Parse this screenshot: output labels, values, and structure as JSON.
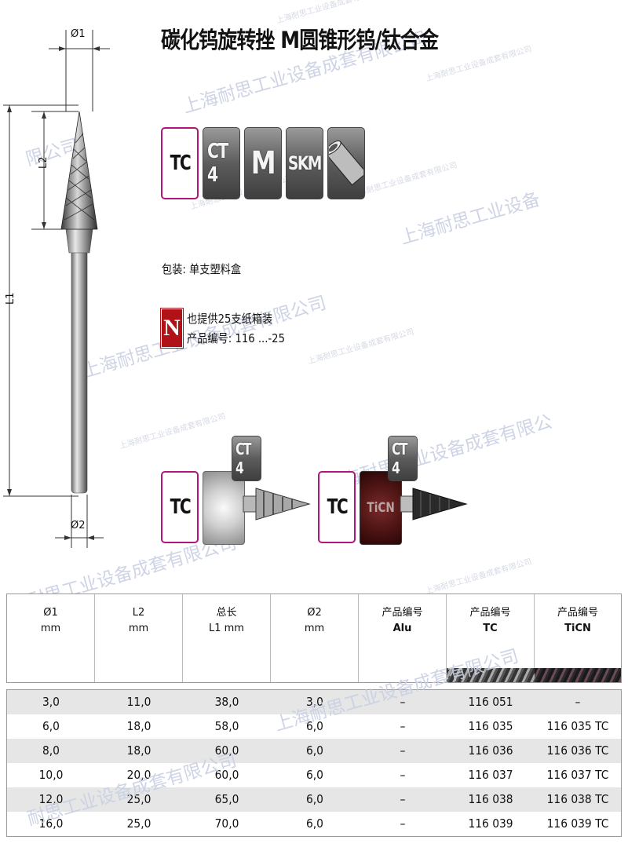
{
  "title": "碳化钨旋转挫 M圆锥形钨/钛合金",
  "badges": {
    "tc": "TC",
    "ct4": "CT 4",
    "m": "M",
    "skm": "SKM"
  },
  "dimension_labels": {
    "d1": "Ø1",
    "l2": "L2",
    "l1": "L1",
    "d2": "Ø2"
  },
  "packaging": {
    "label": "包装: 单支塑料盒"
  },
  "also_pack": {
    "icon": "N",
    "line1": "也提供25支纸箱装",
    "line2": "产品编号: 116 ...-25"
  },
  "coating": {
    "tc": "TC",
    "ct4": "CT 4",
    "ticn": "TiCN"
  },
  "watermark": {
    "text_a": "上海耐思工业设备成套有限公司",
    "text_b": "上海耐思工业设备",
    "text_c": "限公司",
    "text_d": "耐思工业设备成套有限公司",
    "text_e": "上海耐思工业设备成套有限公"
  },
  "table": {
    "headers": [
      {
        "line1": "Ø1",
        "line2": "mm",
        "line3": ""
      },
      {
        "line1": "L2",
        "line2": "mm",
        "line3": ""
      },
      {
        "line1": "总长",
        "line2": "L1 mm",
        "line3": ""
      },
      {
        "line1": "Ø2",
        "line2": "mm",
        "line3": ""
      },
      {
        "line1": "产品编号",
        "line2": "Alu",
        "line3": ""
      },
      {
        "line1": "产品编号",
        "line2": "TC",
        "line3": ""
      },
      {
        "line1": "产品编号",
        "line2": "TiCN",
        "line3": ""
      }
    ],
    "rows": [
      [
        "3,0",
        "11,0",
        "38,0",
        "3,0",
        "–",
        "116 051",
        "–"
      ],
      [
        "6,0",
        "18,0",
        "58,0",
        "6,0",
        "–",
        "116 035",
        "116 035 TC"
      ],
      [
        "8,0",
        "18,0",
        "60,0",
        "6,0",
        "–",
        "116 036",
        "116 036 TC"
      ],
      [
        "10,0",
        "20,0",
        "60,0",
        "6,0",
        "–",
        "116 037",
        "116 037 TC"
      ],
      [
        "12,0",
        "25,0",
        "65,0",
        "6,0",
        "–",
        "116 038",
        "116 038 TC"
      ],
      [
        "16,0",
        "25,0",
        "70,0",
        "6,0",
        "–",
        "116 039",
        "116 039 TC"
      ]
    ]
  },
  "colors": {
    "accent_magenta": "#b0157a",
    "n_red": "#b01217",
    "ticn_brown": "#5a1a1a",
    "badge_grey": "#5c5c5c"
  }
}
